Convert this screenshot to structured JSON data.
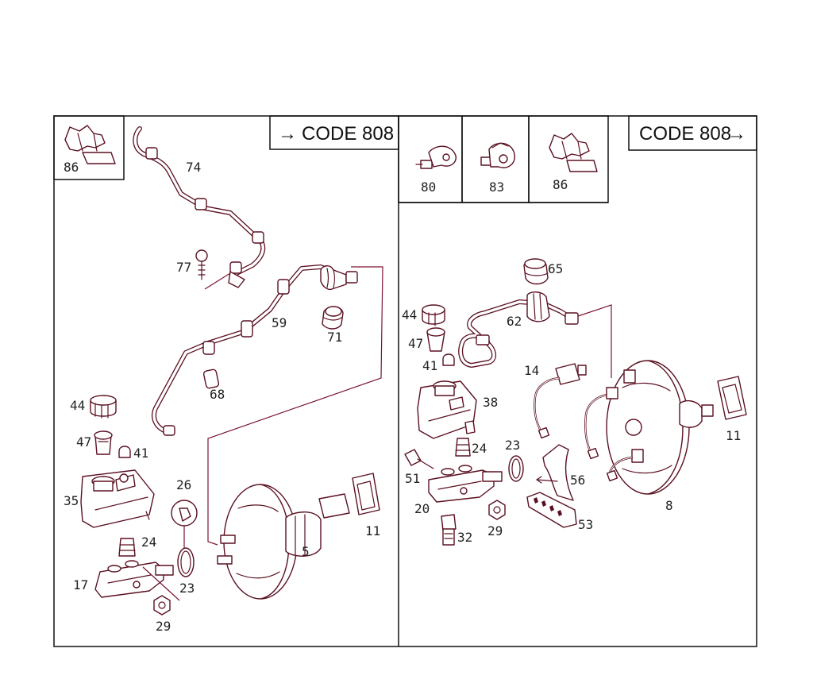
{
  "left_panel": {
    "code_label": "CODE 808",
    "code_arrow": "→",
    "inset_labels": [
      "86"
    ],
    "parts": [
      "74",
      "77",
      "59",
      "71",
      "68",
      "44",
      "47",
      "41",
      "26",
      "35",
      "24",
      "17",
      "23",
      "29",
      "5",
      "11"
    ]
  },
  "right_panel": {
    "code_label": "CODE 808",
    "code_arrow": "→",
    "inset_labels": [
      "80",
      "83",
      "86"
    ],
    "parts": [
      "65",
      "44",
      "62",
      "47",
      "41",
      "14",
      "38",
      "23",
      "24",
      "51",
      "56",
      "20",
      "29",
      "53",
      "32",
      "8",
      "11"
    ]
  },
  "colors": {
    "line_art": "#5a1020",
    "frame": "#111111",
    "leader": "#7a1530"
  }
}
